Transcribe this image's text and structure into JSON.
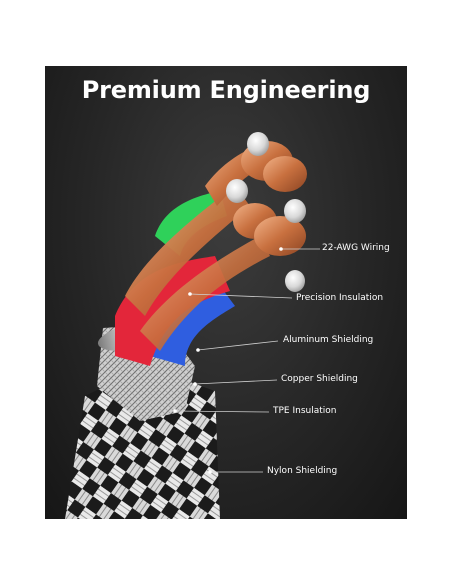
{
  "title": "Premium Engineering",
  "labels": [
    {
      "id": "wiring",
      "text": "22-AWG Wiring"
    },
    {
      "id": "insulation",
      "text": "Precision Insulation"
    },
    {
      "id": "aluminum",
      "text": "Aluminum Shielding"
    },
    {
      "id": "copper",
      "text": "Copper Shielding"
    },
    {
      "id": "tpe",
      "text": "TPE Insulation"
    },
    {
      "id": "nylon",
      "text": "Nylon Shielding"
    }
  ],
  "colors": {
    "background": "#262626",
    "copper": "#d98a5c",
    "red_insulation": "#e3263a",
    "green_insulation": "#2fd15a",
    "blue_insulation": "#2f5ee0",
    "label_text": "#ffffff"
  }
}
